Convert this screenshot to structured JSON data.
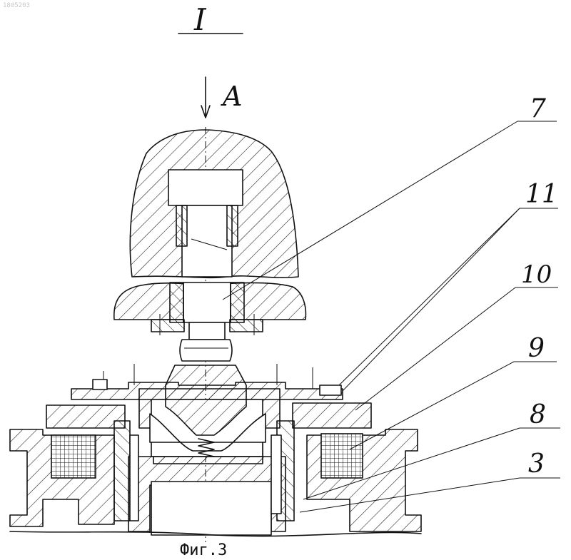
{
  "view_label": "I",
  "arrow_label": "A",
  "caption": "Фиг.3",
  "watermark": "1805203",
  "callouts": [
    "7",
    "11",
    "10",
    "9",
    "8",
    "3"
  ]
}
